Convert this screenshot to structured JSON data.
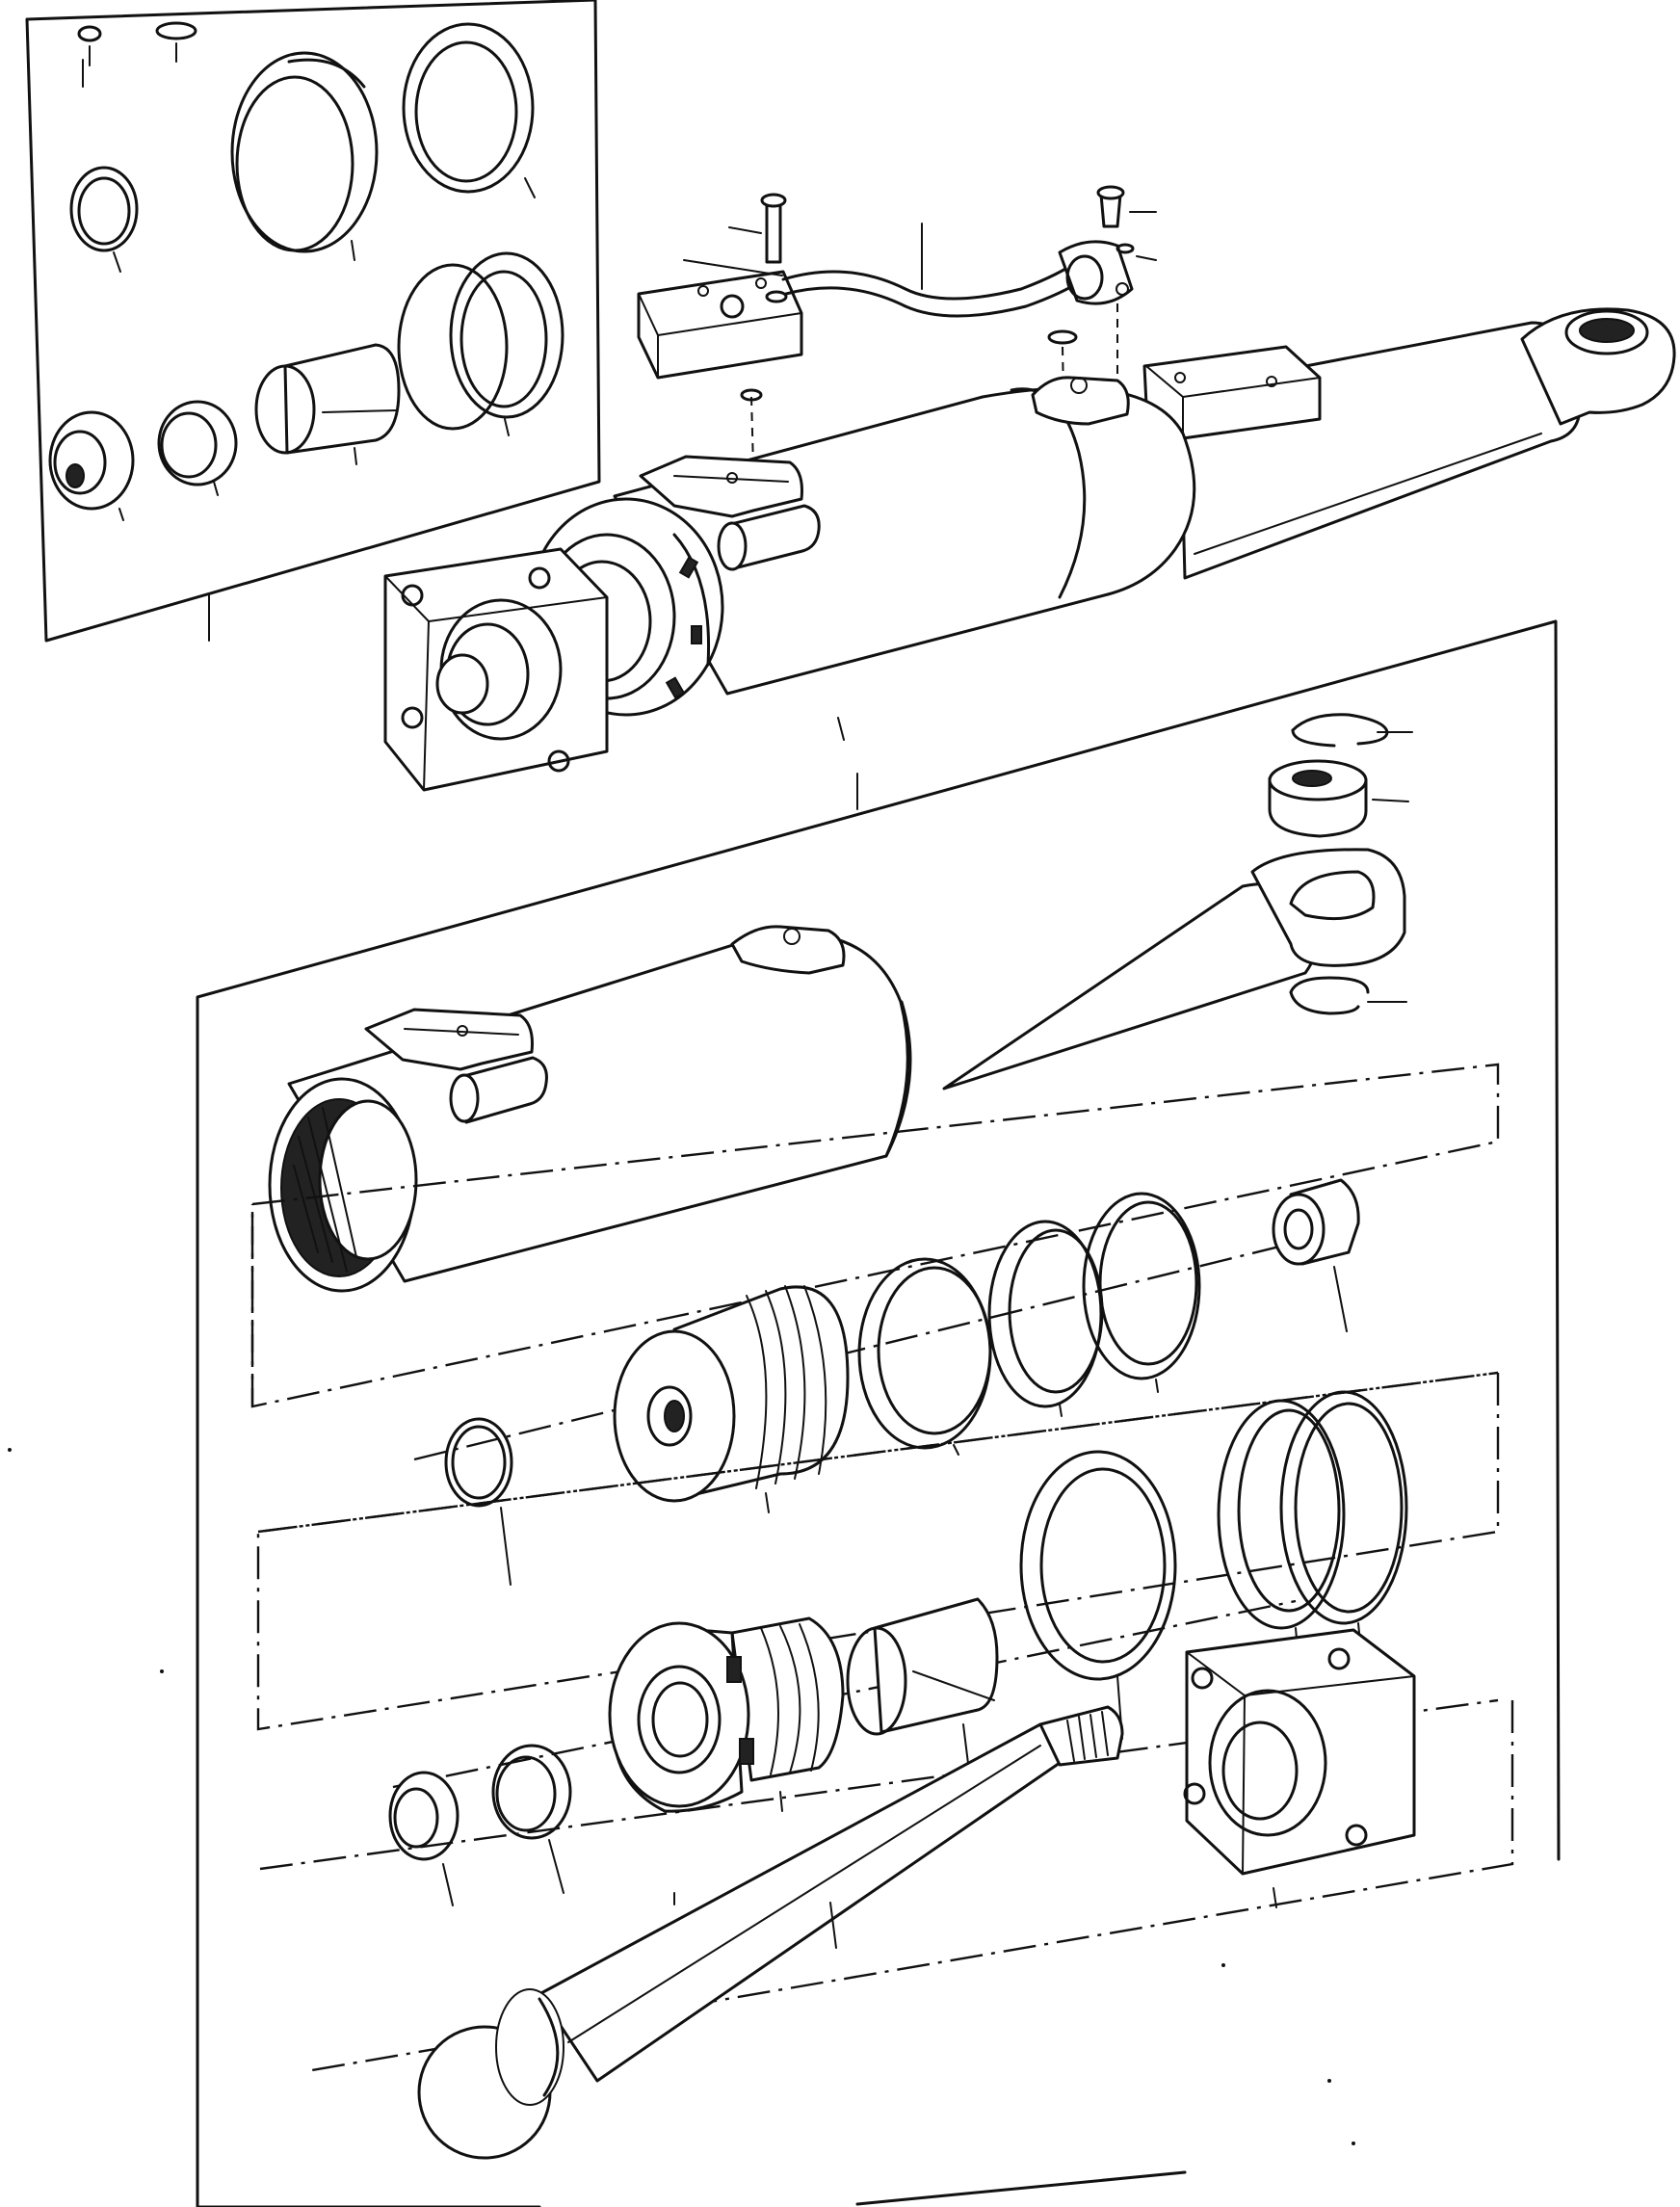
{
  "diagram": {
    "type": "exploded-parts-drawing",
    "line_color": "#111111",
    "background": "#ffffff",
    "components": [
      "seal-kit-panel",
      "cylinder-assembly",
      "eye-bearing",
      "circlip",
      "cylinder-barrel",
      "piston",
      "piston-seal-rings",
      "piston-nut",
      "o-ring",
      "cylinder-head",
      "wiper-ring",
      "rod-seal",
      "guide-bush",
      "head-seal-rings",
      "mounting-flange",
      "piston-rod",
      "hydraulic-pipe",
      "screw"
    ]
  }
}
